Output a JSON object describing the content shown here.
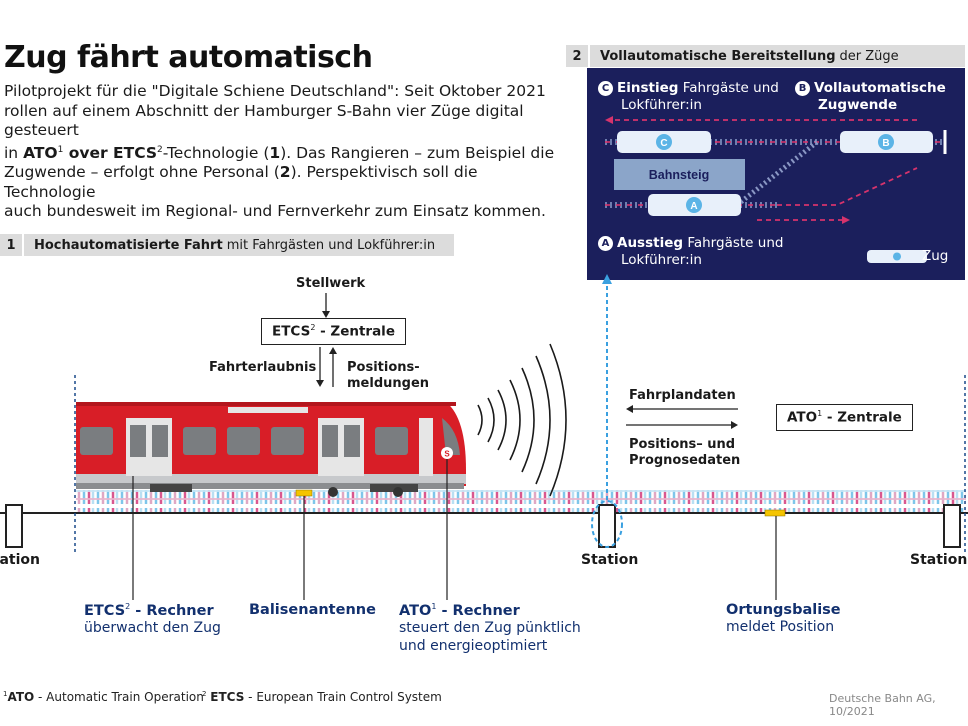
{
  "title": "Zug fährt automatisch",
  "intro": {
    "l1": "Pilotprojekt für die \"Digitale Schiene Deutschland\": Seit Oktober 2021",
    "l2": "rollen auf einem Abschnitt der Hamburger S-Bahn vier Züge digital gesteuert",
    "l3a": "in ",
    "l3_ato": "ATO",
    "l3_sup1": "1",
    "l3_over": " over ETCS",
    "l3_sup2": "2",
    "l3b": "-Technologie (",
    "l3_n1": "1",
    "l3c": "). Das Rangieren – zum Beispiel die",
    "l4a": "Zugwende – erfolgt ohne Personal (",
    "l4_n2": "2",
    "l4b": "). Perspektivisch soll die Technologie",
    "l5": "auch bundesweit im Regional- und Fernverkehr zum Einsatz kommen."
  },
  "section1": {
    "number": "1",
    "bold": "Hochautomatisierte Fahrt",
    "rest": "mit Fahrgästen und Lokführer:in"
  },
  "section2": {
    "number": "2",
    "bold": "Vollautomatische Bereitstellung",
    "rest": "der Züge"
  },
  "panel": {
    "c_badge": "C",
    "c_bold": "Einstieg",
    "c_rest1": "Fahrgäste und",
    "c_rest2": "Lokführer:in",
    "b_badge": "B",
    "b_bold1": "Vollautomatische",
    "b_bold2": "Zugwende",
    "a_badge": "A",
    "a_bold": "Ausstieg",
    "a_rest1": "Fahrgäste und",
    "a_rest2": "Lokführer:in",
    "platform": "Bahnsteig",
    "train_c": "C",
    "train_b": "B",
    "train_a": "A",
    "legend": "Zug"
  },
  "diagram": {
    "stellwerk": "Stellwerk",
    "etcs_zentrale": "ETCS",
    "etcs_zentrale_sup": "2",
    "etcs_zentrale_rest": " - Zentrale",
    "fahrterlaubnis": "Fahrterlaubnis",
    "positions1": "Positions-",
    "positions2": "meldungen",
    "fahrplandaten": "Fahrplandaten",
    "prognose1": "Positions– und",
    "prognose2": "Prognosedaten",
    "ato_zentrale": "ATO",
    "ato_zentrale_sup": "1",
    "ato_zentrale_rest": " - Zentrale",
    "train_logo": "S"
  },
  "stations": {
    "left": "Station",
    "middle": "Station",
    "right": "Station"
  },
  "components": [
    {
      "title": "ETCS",
      "sup": "2",
      "title_rest": " - Rechner",
      "desc1": "überwacht den Zug",
      "desc2": ""
    },
    {
      "title": "Balisenantenne",
      "sup": "",
      "title_rest": "",
      "desc1": "",
      "desc2": ""
    },
    {
      "title": "ATO",
      "sup": "1",
      "title_rest": " - Rechner",
      "desc1": "steuert den Zug pünktlich",
      "desc2": "und energieoptimiert"
    },
    {
      "title": "Ortungsbalise",
      "sup": "",
      "title_rest": "",
      "desc1": "meldet Position",
      "desc2": ""
    }
  ],
  "footnotes": {
    "f1_sup": "1",
    "f1_bold": "ATO",
    "f1_rest": " - Automatic Train Operation",
    "f2_sup": "2",
    "f2_bold": "ETCS",
    "f2_rest": " - European Train Control System"
  },
  "credit": "Deutsche Bahn AG, 10/2021",
  "colors": {
    "navy": "#1b1f5c",
    "db_red": "#d81e27",
    "highlight_blue": "#3aa0e0",
    "balise_yellow": "#f5c400"
  }
}
